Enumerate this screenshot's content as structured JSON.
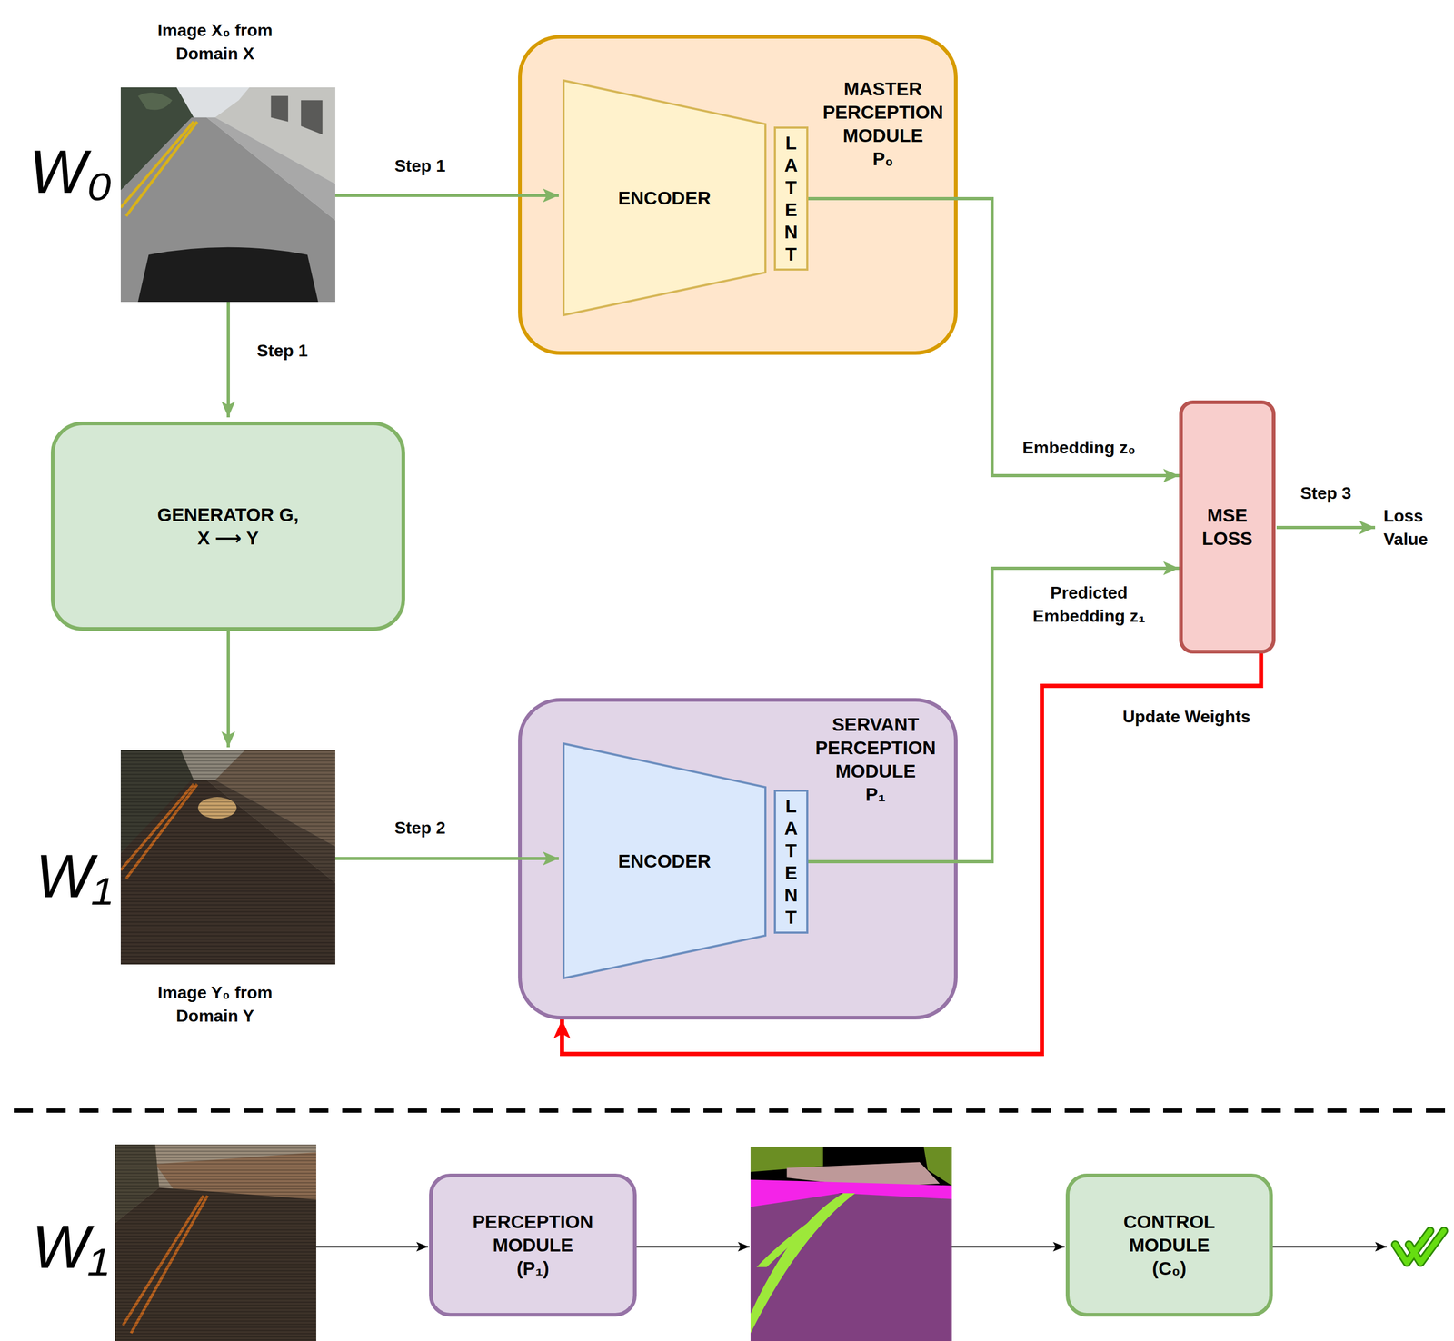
{
  "diagram": {
    "nodes": [
      {
        "text": [
          "MASTER PERCEPTION MODULE P₀"
        ]
      },
      {
        "text": [
          "ENCODER"
        ],
        "in": 0
      },
      {
        "text": [
          "LATENT"
        ],
        "in": 0
      },
      {
        "text": [
          "GENERATOR G, X ⟶ Y"
        ]
      },
      {
        "text": [
          "MSE LOSS"
        ]
      },
      {
        "text": [
          "SERVANT PERCEPTION MODULE P₁"
        ]
      },
      {
        "text": [
          "ENCODER"
        ],
        "in": 5
      },
      {
        "text": [
          "LATENT"
        ],
        "in": 5
      },
      {
        "text": [
          "PERCEPTION MODULE (P₁)"
        ]
      },
      {
        "text": [
          "CONTROL MODULE (C₀)"
        ]
      }
    ],
    "edges": [
      {
        "from": 2,
        "to": 4,
        "arrow": "to",
        "label": "Embedding z₀"
      },
      {
        "from": 7,
        "to": 4,
        "arrow": "to",
        "label": "Predicted Embedding z₁"
      },
      {
        "from": 4,
        "to": 5,
        "arrow": "to",
        "label": "Update Weights"
      }
    ],
    "labels": [
      "Image X₀ from Domain X",
      "W₀",
      "Step 1",
      "Step 1",
      "Image Y₀ from Domain Y",
      "W₁",
      "Step 2",
      "Step 3",
      "Loss Value",
      "W₁"
    ]
  }
}
